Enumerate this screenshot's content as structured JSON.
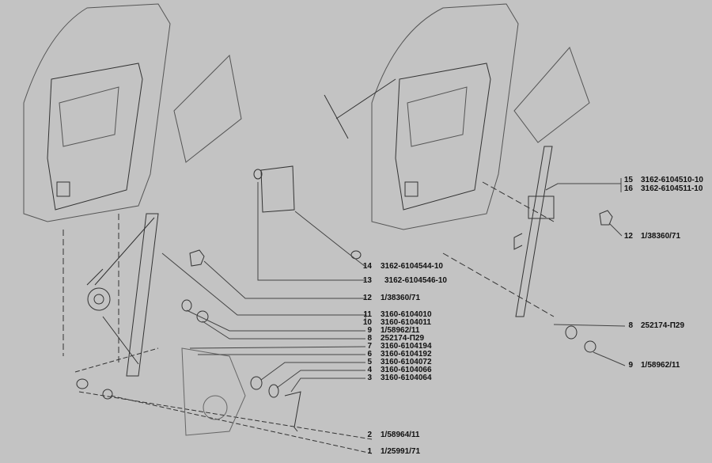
{
  "callouts_left": [
    {
      "num": "14",
      "part": "3162-6104544-10"
    },
    {
      "num": "13",
      "part": "3162-6104546-10"
    },
    {
      "num": "12",
      "part": "1/38360/71"
    },
    {
      "num": "11",
      "part": "3160-6104010"
    },
    {
      "num": "10",
      "part": "3160-6104011"
    },
    {
      "num": "9",
      "part": "1/58962/11"
    },
    {
      "num": "8",
      "part": "252174-П29"
    },
    {
      "num": "7",
      "part": "3160-6104194"
    },
    {
      "num": "6",
      "part": "3160-6104192"
    },
    {
      "num": "5",
      "part": "3160-6104072"
    },
    {
      "num": "4",
      "part": "3160-6104066"
    },
    {
      "num": "3",
      "part": "3160-6104064"
    },
    {
      "num": "2",
      "part": "1/58964/11"
    },
    {
      "num": "1",
      "part": "1/25991/71"
    }
  ],
  "callouts_right": [
    {
      "num": "15",
      "part": "3162-6104510-10"
    },
    {
      "num": "16",
      "part": "3162-6104511-10"
    },
    {
      "num": "12",
      "part": "1/38360/71"
    },
    {
      "num": "8",
      "part": "252174-П29"
    },
    {
      "num": "9",
      "part": "1/58962/11"
    }
  ]
}
